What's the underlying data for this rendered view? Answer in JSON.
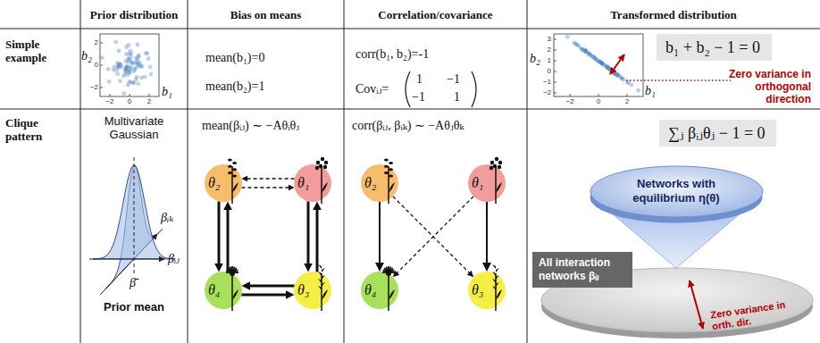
{
  "diagram": {
    "nodes": [
      {
        "text": [
          "b₁ + b₂ − 1 = 0"
        ]
      },
      {
        "text": [
          "θ₂"
        ]
      },
      {
        "text": [
          "θ₁"
        ]
      },
      {
        "text": [
          "θ₄"
        ]
      },
      {
        "text": [
          "θ₃"
        ]
      },
      {
        "text": [
          "θ₂"
        ]
      },
      {
        "text": [
          "θ₁"
        ]
      },
      {
        "text": [
          "θ₄"
        ]
      },
      {
        "text": [
          "θ₃"
        ]
      },
      {
        "text": [
          "∑ⱼ βᵢⱼθⱼ − 1 = 0"
        ]
      },
      {
        "text": [
          "Networks with equilibrium η(θ)"
        ]
      },
      {
        "text": [
          "All interaction networks βᵢⱼ"
        ]
      }
    ],
    "edges": [
      {
        "from": 2,
        "to": 1,
        "arrow": "to"
      },
      {
        "from": 1,
        "to": 2,
        "arrow": "to"
      },
      {
        "from": 1,
        "to": 3,
        "arrow": "to"
      },
      {
        "from": 3,
        "to": 1,
        "arrow": "to"
      },
      {
        "from": 2,
        "to": 4,
        "arrow": "to"
      },
      {
        "from": 4,
        "to": 2,
        "arrow": "to"
      },
      {
        "from": 3,
        "to": 4,
        "arrow": "to"
      },
      {
        "from": 4,
        "to": 3,
        "arrow": "to"
      },
      {
        "from": 5,
        "to": 7,
        "arrow": "to"
      },
      {
        "from": 6,
        "to": 8,
        "arrow": "to"
      },
      {
        "from": 5,
        "to": 8,
        "arrow": "to"
      },
      {
        "from": 6,
        "to": 7,
        "arrow": "to"
      }
    ],
    "labels": [
      "Prior distribution",
      "Bias on means",
      "Correlation/covariance",
      "Transformed distribution",
      "Simple example",
      "Clique pattern",
      "2",
      "0",
      "−2",
      "−2",
      "0",
      "2",
      "b₂",
      "b₁",
      "mean(b₁)=0",
      "mean(b₂)=1",
      "corr(b₁, b₂)=-1",
      "Covᵢⱼ=",
      "1",
      "−1",
      "−1",
      "1",
      "3",
      "2",
      "1",
      "0",
      "−1",
      "−2",
      "−2",
      "0",
      "2",
      "b₂",
      "b₁",
      "Zero variance in orthogonal direction",
      "Multivariate Gaussian",
      "βᵢₖ",
      "βᵢⱼ",
      "β̄",
      "Prior mean",
      "mean(βᵢⱼ) ∼ −Aθᵢθⱼ",
      "corr(βᵢⱼ, βᵢₖ) ∼ −Aθⱼθₖ",
      "Zero variance in orth. dir."
    ]
  }
}
